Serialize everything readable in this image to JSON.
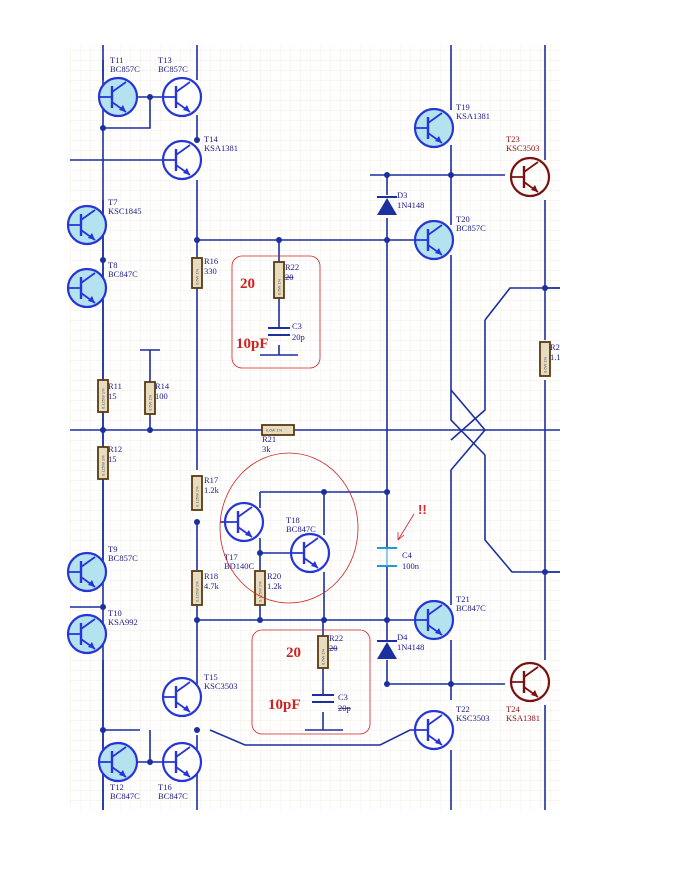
{
  "colors": {
    "wire": "#1a2fa0",
    "label": "#1a1a8c",
    "red_wire": "#7a1010",
    "transistor_fill": "#b4e2ef",
    "transistor_stroke": "#2535d8",
    "resistor_fill": "#e8dcc0",
    "resistor_stroke": "#5a3a10",
    "highlight": "#d02020",
    "capacitor_new": "#1e9ad8",
    "grid": "#f0e6dc"
  },
  "transistors": [
    {
      "id": "T11",
      "model": "BC857C"
    },
    {
      "id": "T13",
      "model": "BC857C"
    },
    {
      "id": "T14",
      "model": "KSA1381"
    },
    {
      "id": "T7",
      "model": "KSC1845"
    },
    {
      "id": "T8",
      "model": "BC847C"
    },
    {
      "id": "T19",
      "model": "KSA1381"
    },
    {
      "id": "T20",
      "model": "BC857C"
    },
    {
      "id": "T23",
      "model": "KSC3503"
    },
    {
      "id": "T17",
      "model": "BD140C"
    },
    {
      "id": "T18",
      "model": "BC847C"
    },
    {
      "id": "T9",
      "model": "BC857C"
    },
    {
      "id": "T10",
      "model": "KSA992"
    },
    {
      "id": "T15",
      "model": "KSC3503"
    },
    {
      "id": "T21",
      "model": "BC847C"
    },
    {
      "id": "T22",
      "model": "KSC3503"
    },
    {
      "id": "T24",
      "model": "KSA1381"
    },
    {
      "id": "T12",
      "model": "BC847C"
    },
    {
      "id": "T16",
      "model": "BC847C"
    }
  ],
  "resistors": [
    {
      "id": "R16",
      "value": "330",
      "body": "0.6W 1%"
    },
    {
      "id": "R22",
      "value": "20",
      "body": "0.6W 1%"
    },
    {
      "id": "R11",
      "value": "15",
      "body": "0.125W 1%"
    },
    {
      "id": "R14",
      "value": "100",
      "body": "0.6W 1%"
    },
    {
      "id": "R12",
      "value": "15",
      "body": "0.125W 1%"
    },
    {
      "id": "R21",
      "value": "3k",
      "body": "0.6W 1%"
    },
    {
      "id": "R17",
      "value": "1.2k",
      "body": "0.125W 1%"
    },
    {
      "id": "R18",
      "value": "4.7k",
      "body": "0.125W 1%"
    },
    {
      "id": "R20",
      "value": "1.2k",
      "body": "0.125W 1%"
    },
    {
      "id": "R22b",
      "label": "R22",
      "value": "20",
      "body": "0.6W 1%"
    },
    {
      "id": "R2x",
      "label": "R2",
      "value": "1.1",
      "body": "0.6W 1%"
    }
  ],
  "capacitors": [
    {
      "id": "C3",
      "value": "20p"
    },
    {
      "id": "C4",
      "value": "100n"
    },
    {
      "id": "C3b",
      "label": "C3",
      "value": "20p"
    }
  ],
  "diodes": [
    {
      "id": "D3",
      "model": "1N4148"
    },
    {
      "id": "D4",
      "model": "1N4148"
    }
  ],
  "annotations": {
    "top_r22_new": "20",
    "top_c3_new": "10pF",
    "bottom_r22_new": "20",
    "bottom_c3_new": "10pF",
    "c4_mark": "!!"
  }
}
